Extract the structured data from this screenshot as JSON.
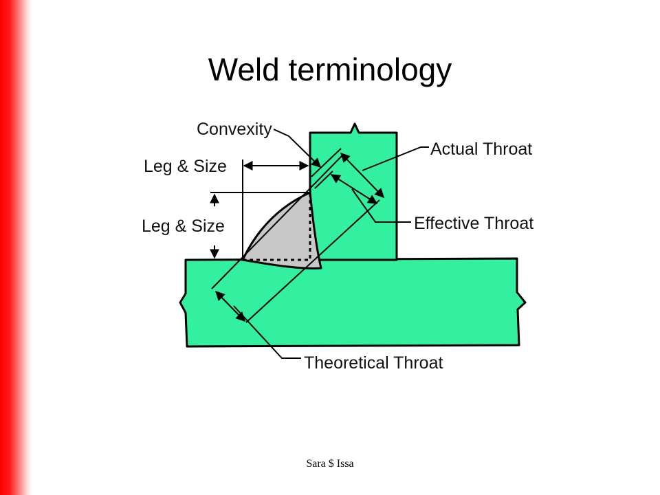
{
  "slide": {
    "title": "Weld terminology",
    "footer": "Sara $ Issa",
    "accent_color": "#ff0000",
    "plate_color": "#33f0a0",
    "weld_color": "#c8c8c8"
  },
  "diagram": {
    "labels": {
      "convexity": "Convexity",
      "leg_size_top": "Leg & Size",
      "leg_size_side": "Leg & Size",
      "actual_throat": "Actual Throat",
      "effective_throat": "Effective Throat",
      "theoretical_throat": "Theoretical Throat"
    }
  }
}
